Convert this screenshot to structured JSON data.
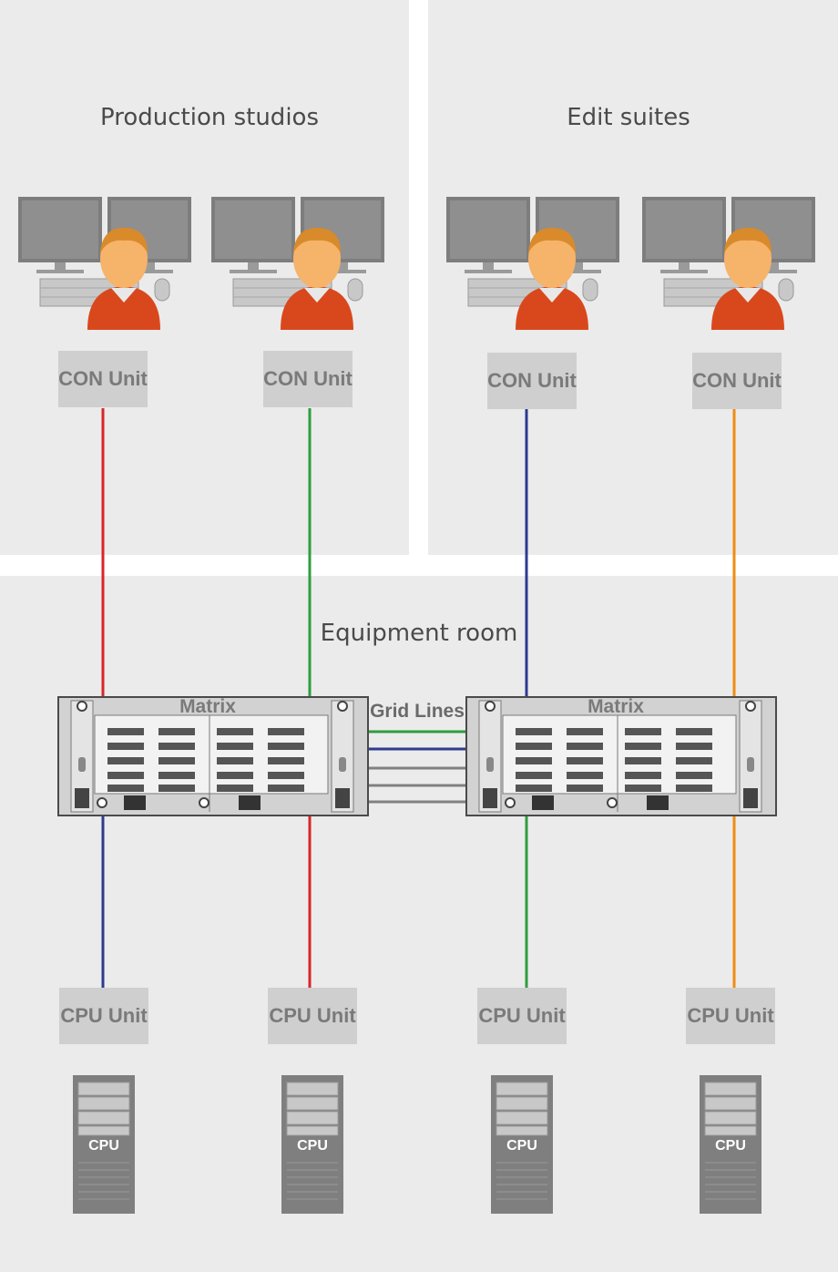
{
  "zones": {
    "production": {
      "title": "Production studios"
    },
    "edit": {
      "title": "Edit suites"
    },
    "equipment": {
      "title": "Equipment room"
    }
  },
  "con_units": [
    {
      "label": "CON Unit",
      "link_color": "#d9262a"
    },
    {
      "label": "CON Unit",
      "link_color": "#2e9e3e"
    },
    {
      "label": "CON Unit",
      "link_color": "#2d3b8f"
    },
    {
      "label": "CON Unit",
      "link_color": "#f08c12"
    }
  ],
  "matrices": [
    {
      "label": "Matrix"
    },
    {
      "label": "Matrix"
    }
  ],
  "grid_lines": {
    "label": "Grid Lines",
    "colors": [
      "#2e9e3e",
      "#2d3b8f",
      "#808080",
      "#808080",
      "#808080"
    ]
  },
  "cpu_units": [
    {
      "label": "CPU Unit",
      "link_color": "#2d3b8f"
    },
    {
      "label": "CPU Unit",
      "link_color": "#d9262a"
    },
    {
      "label": "CPU Unit",
      "link_color": "#2e9e3e"
    },
    {
      "label": "CPU Unit",
      "link_color": "#f08c12"
    }
  ],
  "computers": [
    {
      "label": "CPU"
    },
    {
      "label": "CPU"
    },
    {
      "label": "CPU"
    },
    {
      "label": "CPU"
    }
  ],
  "colors": {
    "zone_bg": "#ebebeb",
    "unit_box": "#cfcfcf",
    "monitor": "#8a8a8a",
    "person_skin": "#f6b36a",
    "person_shirt": "#d9481c",
    "tower": "#808080"
  }
}
